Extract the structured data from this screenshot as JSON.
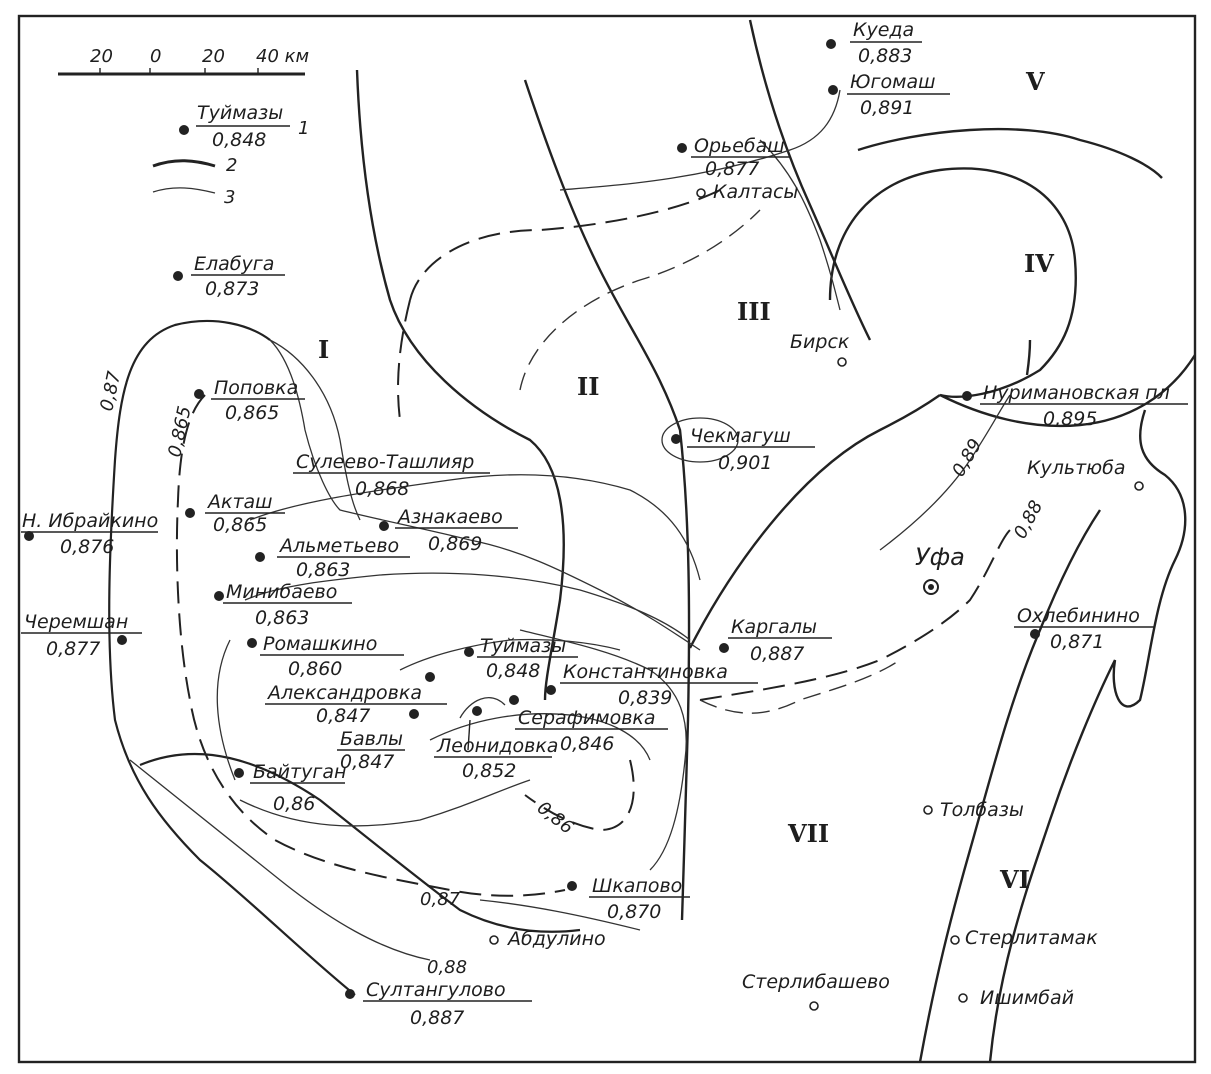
{
  "scale": {
    "ticks": [
      "20",
      "0",
      "20",
      "40 км"
    ]
  },
  "legend": {
    "sample_name": "Туймазы",
    "sample_value": "0,848",
    "item1": "1",
    "item2": "2",
    "item3": "3"
  },
  "zones": [
    "I",
    "II",
    "III",
    "IV",
    "V",
    "VI",
    "VII"
  ],
  "isolines": [
    "0,87",
    "0,865",
    "0,89",
    "0,88",
    "0,86",
    "0,87",
    "0,88"
  ],
  "fields": [
    {
      "name": "Куеда",
      "value": "0,883"
    },
    {
      "name": "Югомаш",
      "value": "0,891"
    },
    {
      "name": "Орьебаш",
      "value": "0,877"
    },
    {
      "name": "Елабуга",
      "value": "0,873"
    },
    {
      "name": "Поповка",
      "value": "0,865"
    },
    {
      "name": "Сулеево-Ташлияр",
      "value": "0,868"
    },
    {
      "name": "Чекмагуш",
      "value": "0,901"
    },
    {
      "name": "Нуримановская пл",
      "value": "0,895"
    },
    {
      "name": "Н. Ибрайкино",
      "value": "0,876"
    },
    {
      "name": "Акташ",
      "value": "0,865"
    },
    {
      "name": "Азнакаево",
      "value": "0,869"
    },
    {
      "name": "Альметьево",
      "value": "0,863"
    },
    {
      "name": "Минибаево",
      "value": "0,863"
    },
    {
      "name": "Черемшан",
      "value": "0,877"
    },
    {
      "name": "Ромашкино",
      "value": "0,860"
    },
    {
      "name": "Туймазы",
      "value": "0,848"
    },
    {
      "name": "Каргалы",
      "value": "0,887"
    },
    {
      "name": "Охлебинино",
      "value": "0,871"
    },
    {
      "name": "Константиновка",
      "value": "0,839"
    },
    {
      "name": "Александровка",
      "value": "0,847"
    },
    {
      "name": "Серафимовка",
      "value": "0,846"
    },
    {
      "name": "Бавлы",
      "value": "0,847"
    },
    {
      "name": "Леонидовка",
      "value": "0,852"
    },
    {
      "name": "Байтуган",
      "value": "0,86"
    },
    {
      "name": "Шкапово",
      "value": "0,870"
    },
    {
      "name": "Султангулово",
      "value": "0,887"
    }
  ],
  "towns": [
    "Калтасы",
    "Бирск",
    "Культюба",
    "Уфа",
    "Толбазы",
    "Абдулино",
    "Стерлитамак",
    "Стерлибашево",
    "Ишимбай"
  ],
  "colors": {
    "ink": "#1e1e1e",
    "paper": "#ffffff"
  }
}
